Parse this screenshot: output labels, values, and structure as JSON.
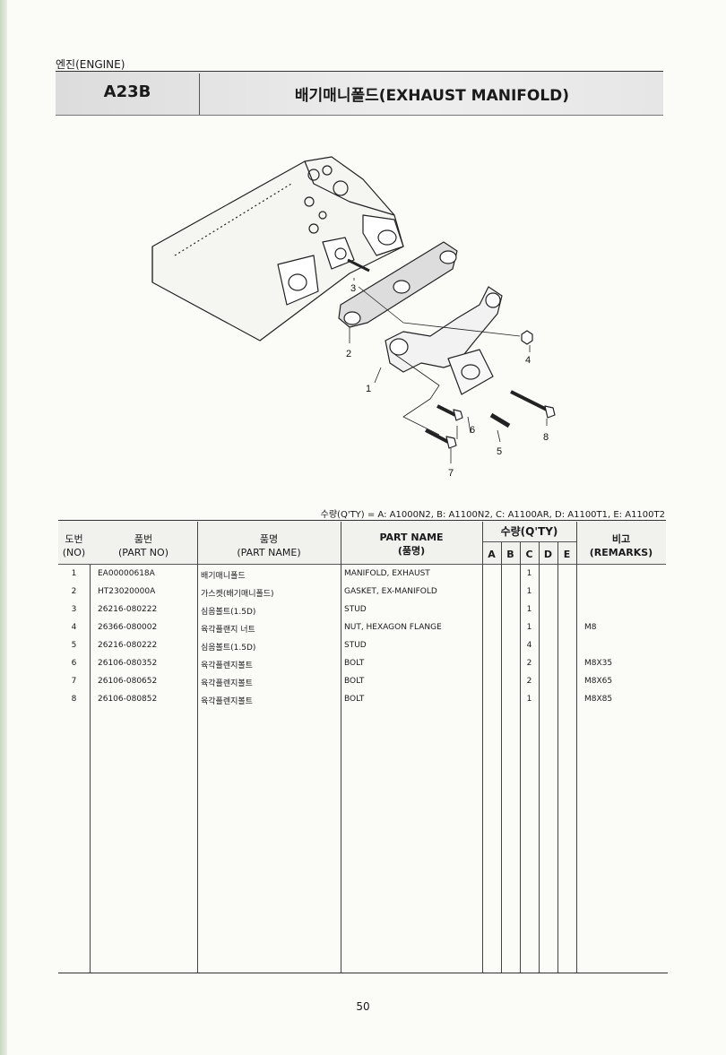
{
  "header": {
    "section": "엔진(ENGINE)",
    "model": "A23B",
    "title": "배기매니폴드(EXHAUST MANIFOLD)"
  },
  "diagram": {
    "callouts": [
      "1",
      "2",
      "3",
      "4",
      "5",
      "6",
      "7",
      "8"
    ]
  },
  "qty_note": "수량(Q'TY) = A: A1000N2, B: A1100N2, C: A1100AR, D: A1100T1, E: A1100T2",
  "table": {
    "headers": {
      "no_ko": "도번",
      "no_en": "(NO)",
      "partno_ko": "품번",
      "partno_en": "(PART NO)",
      "name_ko": "품명",
      "name_en": "(PART NAME)",
      "pname_en": "PART NAME",
      "pname_ko": "(품명)",
      "qty": "수량(Q'TY)",
      "qty_cols": [
        "A",
        "B",
        "C",
        "D",
        "E"
      ],
      "remarks_ko": "비고",
      "remarks_en": "(REMARKS)"
    },
    "rows": [
      {
        "no": "1",
        "part_no": "EA00000618A",
        "name_ko": "배기매니폴드",
        "name_en": "MANIFOLD, EXHAUST",
        "qty_c": "1",
        "remarks": ""
      },
      {
        "no": "2",
        "part_no": "HT23020000A",
        "name_ko": "가스켓(배기매니폴드)",
        "name_en": "GASKET, EX-MANIFOLD",
        "qty_c": "1",
        "remarks": ""
      },
      {
        "no": "3",
        "part_no": "26216-080222",
        "name_ko": "심음볼트(1.5D)",
        "name_en": "STUD",
        "qty_c": "1",
        "remarks": ""
      },
      {
        "no": "4",
        "part_no": "26366-080002",
        "name_ko": "육각플랜지 너트",
        "name_en": "NUT, HEXAGON FLANGE",
        "qty_c": "1",
        "remarks": "M8"
      },
      {
        "no": "5",
        "part_no": "26216-080222",
        "name_ko": "심음볼트(1.5D)",
        "name_en": "STUD",
        "qty_c": "4",
        "remarks": ""
      },
      {
        "no": "6",
        "part_no": "26106-080352",
        "name_ko": "육각플렌지볼트",
        "name_en": "BOLT",
        "qty_c": "2",
        "remarks": "M8X35"
      },
      {
        "no": "7",
        "part_no": "26106-080652",
        "name_ko": "육각플렌지볼트",
        "name_en": "BOLT",
        "qty_c": "2",
        "remarks": "M8X65"
      },
      {
        "no": "8",
        "part_no": "26106-080852",
        "name_ko": "육각플렌지볼트",
        "name_en": "BOLT",
        "qty_c": "1",
        "remarks": "M8X85"
      }
    ]
  },
  "page_number": "50"
}
